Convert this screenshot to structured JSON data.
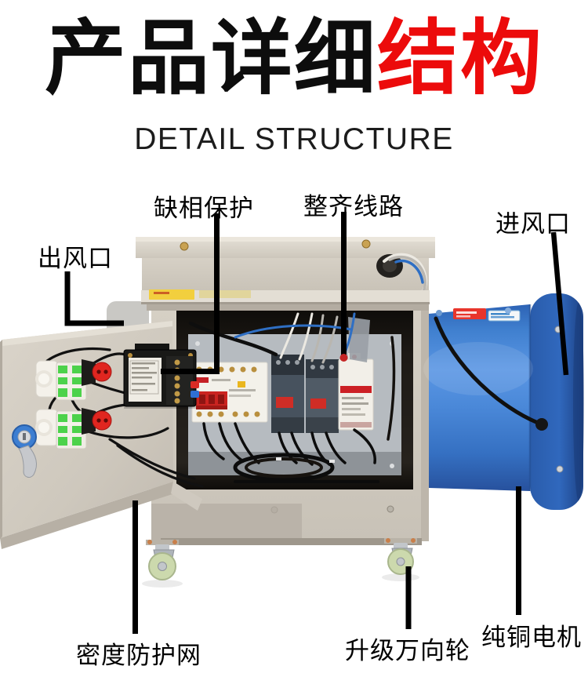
{
  "title": {
    "text_black": "产品详细",
    "text_red": "结构"
  },
  "subtitle": "DETAIL STRUCTURE",
  "callouts": {
    "air_outlet": {
      "label": "出风口"
    },
    "phase_loss_protection": {
      "label": "缺相保护"
    },
    "neat_wiring": {
      "label": "整齐线路"
    },
    "air_inlet": {
      "label": "进风口"
    },
    "protective_mesh": {
      "label": "密度防护网"
    },
    "universal_wheels": {
      "label": "升级万向轮"
    },
    "copper_motor": {
      "label": "纯铜电机"
    }
  },
  "colors": {
    "accent_red": "#ec0b0b",
    "callout_line": "#000000",
    "fan_blue": "#3d7fd2",
    "cabinet_beige": "#cfc9be",
    "wheel_green": "#ccd9ad",
    "lock_blue": "#3c7ed2",
    "breaker_red": "#ca2420",
    "warning_label_yellow": "#f2cf3e"
  }
}
